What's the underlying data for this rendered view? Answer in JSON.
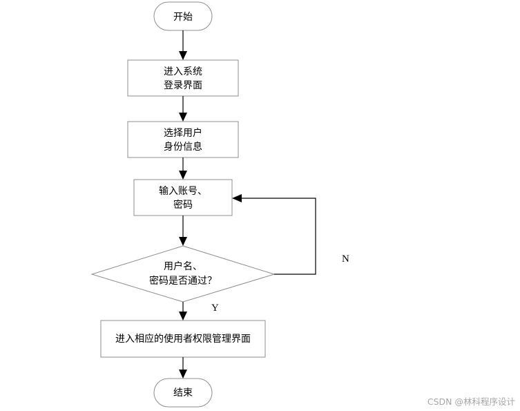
{
  "nodes": {
    "start": {
      "type": "terminator",
      "lines": [
        "开始"
      ]
    },
    "enter_login": {
      "type": "process",
      "lines": [
        "进入系统",
        "登录界面"
      ]
    },
    "select_identity": {
      "type": "process",
      "lines": [
        "选择用户",
        "身份信息"
      ]
    },
    "input_credentials": {
      "type": "process",
      "lines": [
        "输入账号、",
        "密码"
      ]
    },
    "check_credentials": {
      "type": "decision",
      "lines": [
        "用户名、",
        "密码是否通过？"
      ]
    },
    "enter_management": {
      "type": "process",
      "lines": [
        "进入相应的使用者权限管理界面"
      ]
    },
    "end": {
      "type": "terminator",
      "lines": [
        "结束"
      ]
    }
  },
  "edges": {
    "yes_label": "Y",
    "no_label": "N"
  },
  "watermark": "CSDN @林科程序设计"
}
